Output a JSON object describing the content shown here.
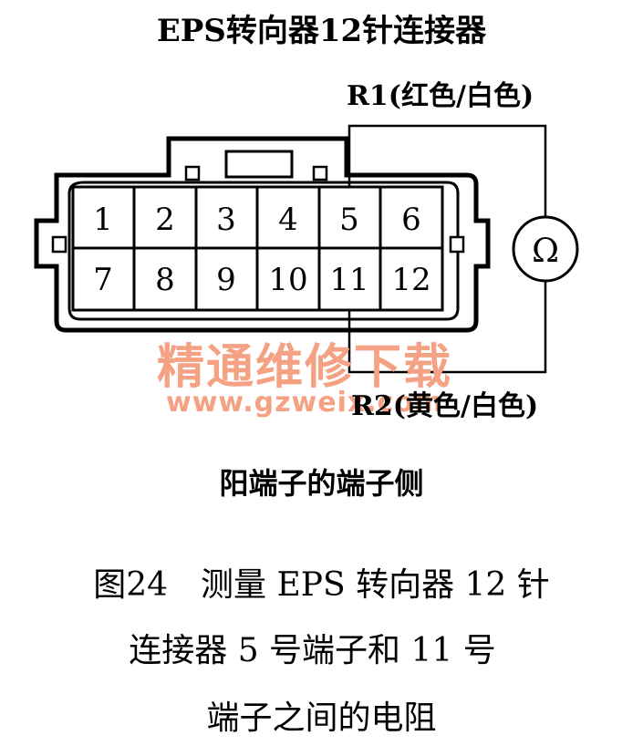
{
  "title": "EPS转向器12针连接器",
  "probe_r1": "R1(红色/白色)",
  "probe_r2": "R2(黄色/白色)",
  "meter_symbol": "Ω",
  "pins_top": [
    "1",
    "2",
    "3",
    "4",
    "5",
    "6"
  ],
  "pins_bottom": [
    "7",
    "8",
    "9",
    "10",
    "11",
    "12"
  ],
  "side_label": "阳端子的端子侧",
  "watermark": {
    "name": "精通维修下载",
    "url": "www.gzweix.com"
  },
  "caption": {
    "line1": "图24　测量 EPS 转向器 12 针",
    "line2": "连接器 5 号端子和 11 号",
    "line3": "端子之间的电阻"
  }
}
